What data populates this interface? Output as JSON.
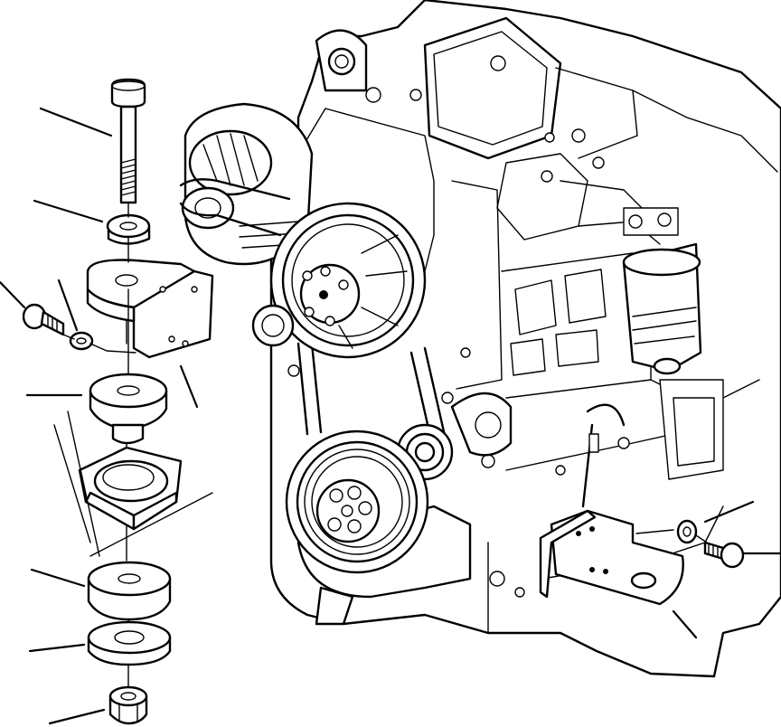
{
  "figure": {
    "subject": "engine-mount-exploded-view",
    "parts": [
      {
        "id": "long-bolt"
      },
      {
        "id": "upper-washer"
      },
      {
        "id": "front-mount-bracket"
      },
      {
        "id": "bracket-bolt"
      },
      {
        "id": "bracket-lock-washer"
      },
      {
        "id": "upper-rubber-isolator"
      },
      {
        "id": "frame-mount-pad"
      },
      {
        "id": "lower-rubber-isolator"
      },
      {
        "id": "lower-washer"
      },
      {
        "id": "nut"
      },
      {
        "id": "rear-mount-bracket"
      },
      {
        "id": "rear-bracket-washer"
      },
      {
        "id": "rear-bracket-bolt"
      }
    ],
    "icons": {
      "engine": "engine-block-icon",
      "pulley": "crankshaft-pulley-icon",
      "alternator": "alternator-icon",
      "filter": "fuel-filter-icon"
    }
  }
}
